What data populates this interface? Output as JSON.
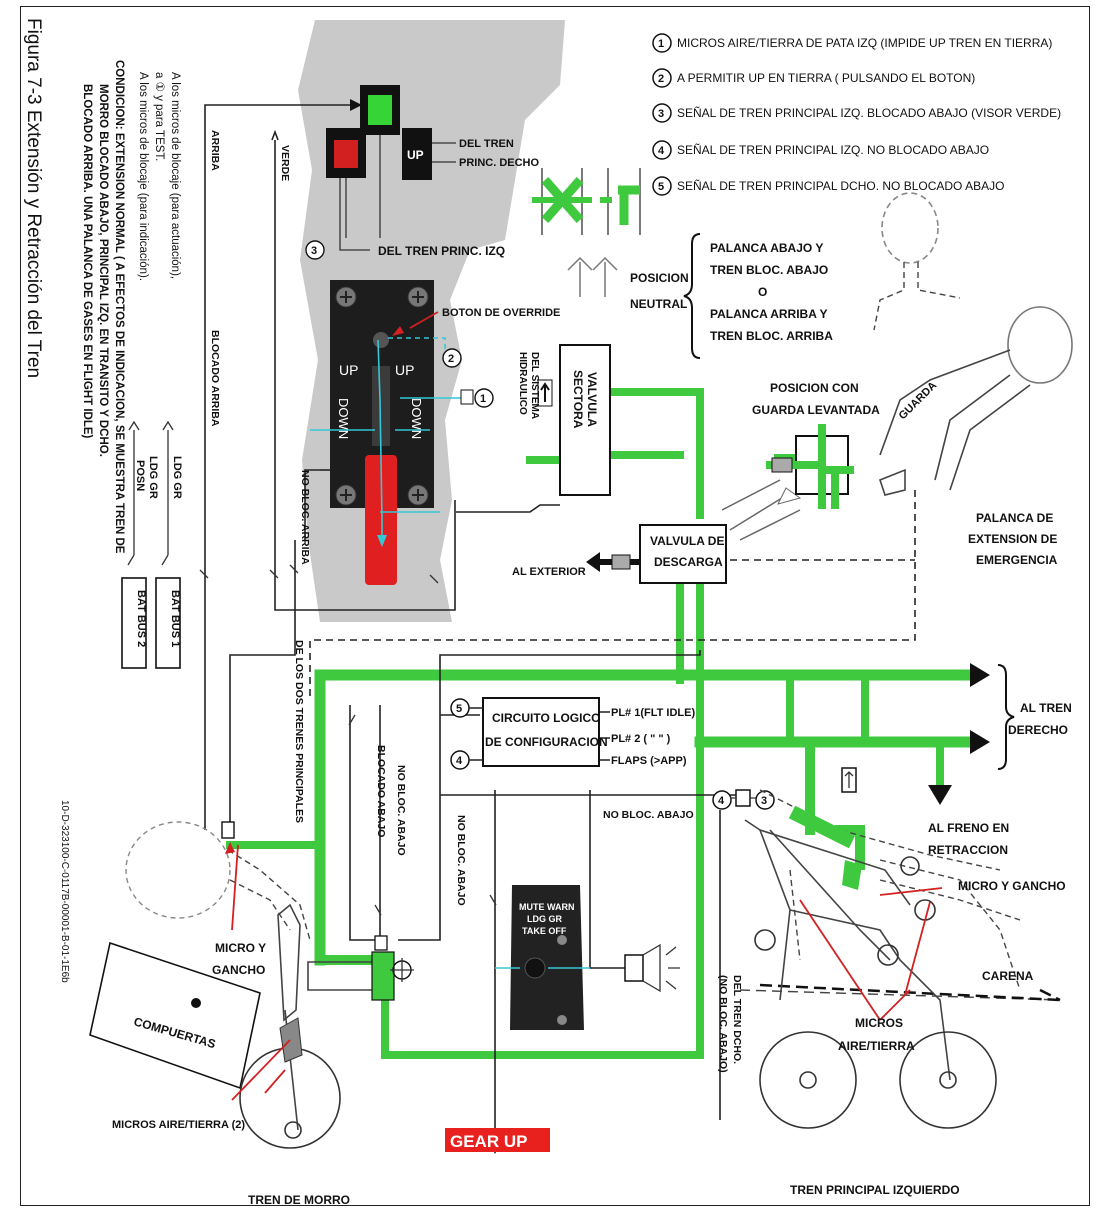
{
  "figure": {
    "title": "Figura 7-3  Extensión y Retracción del Tren",
    "reference_code": "10-D-323100-C-0117B-00001-B-01-1E6b"
  },
  "notes": {
    "actuation": "A los micros de blocaje (para actuación),",
    "actuation2": "a ① y para TEST.",
    "indication": "A los micros de blocaje (para indicación).",
    "condition1": "CONDICION: EXTENSION NORMAL ( A EFECTOS DE INDICACION, SE MUESTRA TREN DE",
    "condition2": "MORRO BLOCADO ABAJO, PRINCIPAL IZQ. EN TRANSITO Y DCHO.",
    "condition3": "BLOCADO ARRIBA. UNA PALANCA DE GASES EN FLIGHT IDLE)"
  },
  "breakers": {
    "ldg_gr": "LDG GR",
    "ldg_gr_posn_1": "LDG GR",
    "ldg_gr_posn_2": "POSN",
    "bat_bus_1": "BAT BUS 1",
    "bat_bus_2": "BAT BUS 2"
  },
  "legend": [
    {
      "num": "1",
      "text": "MICROS AIRE/TIERRA DE PATA IZQ (IMPIDE UP TREN EN TIERRA)"
    },
    {
      "num": "2",
      "text": "A PERMITIR UP EN TIERRA ( PULSANDO EL BOTON)"
    },
    {
      "num": "3",
      "text": "SEÑAL DE TREN PRINCIPAL IZQ. BLOCADO ABAJO (VISOR VERDE)"
    },
    {
      "num": "4",
      "text": "SEÑAL DE TREN PRINCIPAL IZQ. NO BLOCADO ABAJO"
    },
    {
      "num": "5",
      "text": "SEÑAL DE TREN PRINCIPAL DCHO. NO BLOCADO ABAJO"
    }
  ],
  "panel": {
    "up_indicator": "UP",
    "del_tren": "DEL TREN",
    "princ_decho": "PRINC. DECHO",
    "del_tren_princ_izq": "DEL TREN PRINC. IZQ",
    "boton_override": "BOTON DE OVERRIDE",
    "lever_up_left": "UP",
    "lever_up_right": "UP",
    "lever_down_left": "DOWN",
    "lever_down_right": "DOWN"
  },
  "wire_labels": {
    "arriba": "ARRIBA",
    "blocado_arriba": "BLOCADO ARRIBA",
    "verde": "VERDE",
    "no_bloc_arriba": "NO BLOC. ARRIBA",
    "de_los_dos_trenes": "DE LOS DOS TRENES PRINCIPALES",
    "blocado_abajo": "BLOCADO ABAJO",
    "no_bloc_abajo_a": "NO BLOC. ABAJO",
    "no_bloc_abajo_b": "NO BLOC. ABAJO",
    "no_bloc_abajo_h": "NO BLOC. ABAJO",
    "del_tren_dcho_1": "DEL TREN DCHO.",
    "del_tren_dcho_2": "(NO BLOC. ABAJO)"
  },
  "valves": {
    "sectora_1": "VALVULA",
    "sectora_2": "SECTORA",
    "del_sistema_1": "DEL SISTEMA",
    "del_sistema_2": "HIDRAULICO",
    "descarga_1": "VALVULA DE",
    "descarga_2": "DESCARGA",
    "al_exterior": "AL EXTERIOR",
    "posicion_neutral_1": "POSICION",
    "posicion_neutral_2": "NEUTRAL",
    "neutral_cond_1": "PALANCA ABAJO Y",
    "neutral_cond_2": "TREN BLOC. ABAJO",
    "neutral_cond_3": "O",
    "neutral_cond_4": "PALANCA ARRIBA Y",
    "neutral_cond_5": "TREN BLOC. ARRIBA",
    "posicion_guarda_1": "POSICION CON",
    "posicion_guarda_2": "GUARDA LEVANTADA",
    "guarda": "GUARDA",
    "palanca_emerg_1": "PALANCA DE",
    "palanca_emerg_2": "EXTENSION DE",
    "palanca_emerg_3": "EMERGENCIA"
  },
  "logic": {
    "box_1": "CIRCUITO LOGICO",
    "box_2": "DE CONFIGURACION",
    "input_pl1": "PL# 1(FLT IDLE)",
    "input_pl2": "PL# 2 (  \"    \"  )",
    "input_flaps": "FLAPS (>APP)",
    "mute_1": "MUTE WARN",
    "mute_2": "LDG GR",
    "mute_3": "TAKE OFF",
    "gear_up": "GEAR UP"
  },
  "right_side": {
    "al_tren_1": "AL TREN",
    "al_tren_2": "DERECHO",
    "al_freno_1": "AL FRENO EN",
    "al_freno_2": "RETRACCION",
    "micro_gancho": "MICRO Y GANCHO",
    "carena": "CARENA",
    "micros_1": "MICROS",
    "micros_2": "AIRE/TIERRA",
    "tren_principal": "TREN PRINCIPAL IZQUIERDO"
  },
  "left_side": {
    "micro_y": "MICRO Y",
    "gancho": "GANCHO",
    "compuertas": "COMPUERTAS",
    "micros_aire_tierra": "MICROS AIRE/TIERRA (2)",
    "tren_morro": "TREN DE MORRO"
  },
  "colors": {
    "hydraulic_green": "#3ec93e",
    "signal_cyan": "#35c7d6",
    "lever_red": "#e02020",
    "gear_up_red": "#e8201e",
    "panel_gray": "#c9c9c9"
  }
}
